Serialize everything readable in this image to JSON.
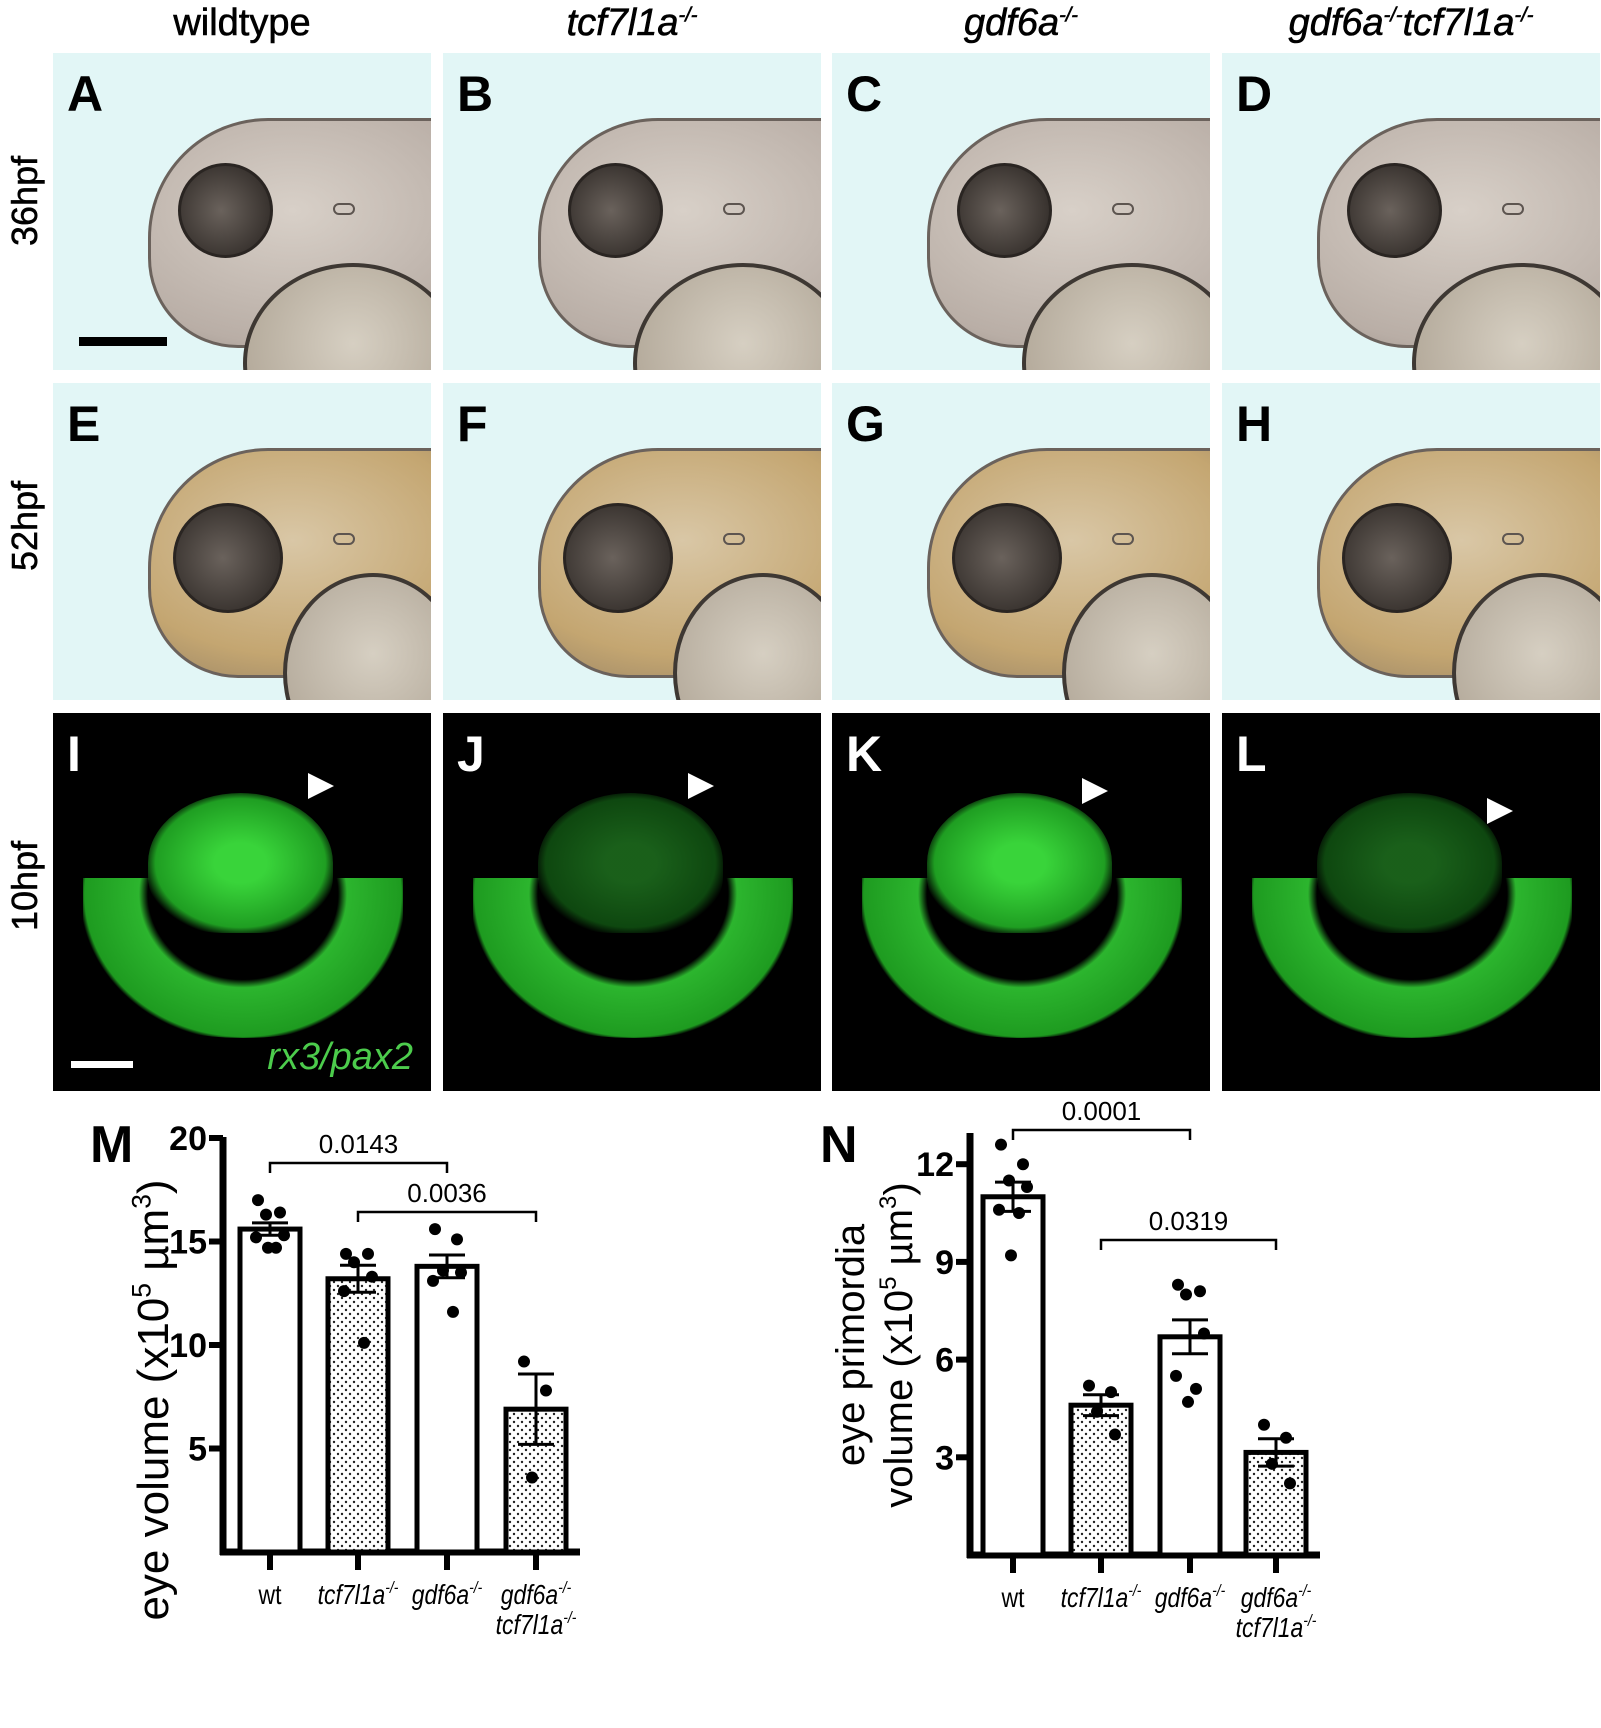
{
  "columns": [
    {
      "label": "wildtype",
      "sup": ""
    },
    {
      "label": "tcf7l1a",
      "sup": "-/-"
    },
    {
      "label": "gdf6a",
      "sup": "-/-"
    },
    {
      "label": "gdf6a",
      "sup": "-/-",
      "label2": "tcf7l1a",
      "sup2": "-/-"
    }
  ],
  "rows": [
    "36hpf",
    "52hpf",
    "10hpf"
  ],
  "panels": [
    "A",
    "B",
    "C",
    "D",
    "E",
    "F",
    "G",
    "H",
    "I",
    "J",
    "K",
    "L"
  ],
  "stain_label": "rx3/pax2",
  "chart_data": [
    {
      "type": "bar",
      "panel_label": "M",
      "ylabel": "eye volume (x10^5 µm^3)",
      "ylabel_parts": [
        "eye volume (x10",
        "5",
        " µm",
        "3",
        ")"
      ],
      "ylim": [
        0,
        20
      ],
      "yticks": [
        5,
        10,
        15,
        20
      ],
      "categories": [
        "wt",
        "tcf7l1a-/-",
        "gdf6a-/-",
        "gdf6a-/- tcf7l1a-/-"
      ],
      "category_parts": [
        [
          "wt",
          ""
        ],
        [
          "tcf7l1a",
          "-/-"
        ],
        [
          "gdf6a",
          "-/-"
        ],
        [
          "gdf6a",
          "-/-",
          "tcf7l1a",
          "-/-"
        ]
      ],
      "fill": [
        "open",
        "dotted",
        "open",
        "dotted"
      ],
      "values": [
        15.6,
        13.2,
        13.8,
        6.9
      ],
      "sem": [
        0.3,
        0.65,
        0.55,
        1.7
      ],
      "points": [
        [
          17.0,
          16.4,
          16.3,
          15.3,
          15.2,
          14.7,
          14.7
        ],
        [
          14.4,
          14.4,
          14.0,
          13.3,
          12.6,
          10.1
        ],
        [
          15.6,
          15.1,
          13.6,
          13.5,
          13.1,
          11.6
        ],
        [
          9.2,
          7.8,
          3.6
        ]
      ],
      "comparisons": [
        {
          "from": 0,
          "to": 2,
          "p": "0.0143"
        },
        {
          "from": 1,
          "to": 3,
          "p": "0.0036"
        }
      ]
    },
    {
      "type": "bar",
      "panel_label": "N",
      "ylabel": "eye primordia volume (x10^5 µm^3)",
      "ylabel_line1": "eye primordia",
      "ylabel_parts": [
        "volume (x10",
        "5",
        " µm",
        "3",
        ")"
      ],
      "ylim": [
        0,
        13
      ],
      "yticks": [
        3,
        6,
        9,
        12
      ],
      "categories": [
        "wt",
        "tcf7l1a-/-",
        "gdf6a-/-",
        "gdf6a-/- tcf7l1a-/-"
      ],
      "category_parts": [
        [
          "wt",
          ""
        ],
        [
          "tcf7l1a",
          "-/-"
        ],
        [
          "gdf6a",
          "-/-"
        ],
        [
          "gdf6a",
          "-/-",
          "tcf7l1a",
          "-/-"
        ]
      ],
      "fill": [
        "open",
        "dotted",
        "open",
        "dotted"
      ],
      "values": [
        11.0,
        4.6,
        6.7,
        3.15
      ],
      "sem": [
        0.45,
        0.32,
        0.52,
        0.42
      ],
      "points": [
        [
          12.6,
          12.0,
          11.5,
          11.3,
          10.6,
          10.5,
          9.2
        ],
        [
          5.2,
          5.0,
          4.4,
          3.7
        ],
        [
          8.3,
          8.1,
          8.0,
          6.8,
          5.5,
          5.1,
          4.7
        ],
        [
          4.0,
          3.6,
          2.8,
          2.2
        ]
      ],
      "comparisons": [
        {
          "from": 0,
          "to": 2,
          "p": "0.0001"
        },
        {
          "from": 1,
          "to": 3,
          "p": "0.0319"
        }
      ]
    }
  ]
}
